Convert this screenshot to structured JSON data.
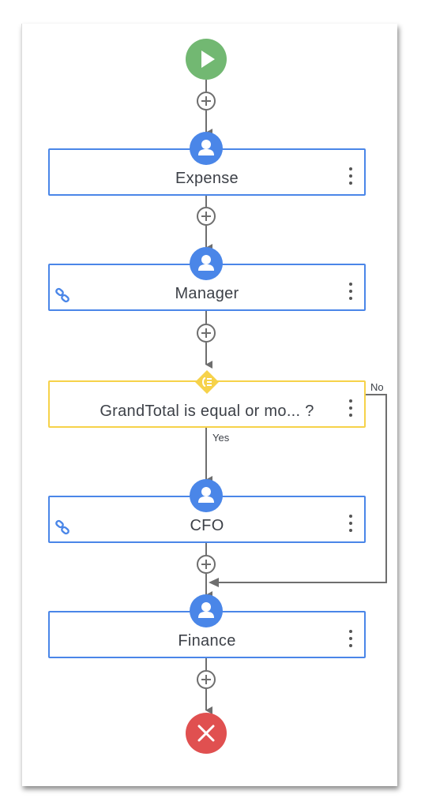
{
  "workflow": {
    "steps": [
      {
        "label": "Expense",
        "type": "user",
        "linked": false
      },
      {
        "label": "Manager",
        "type": "user",
        "linked": true
      },
      {
        "label": "GrandTotal is equal or mo... ?",
        "type": "condition",
        "linked": false
      },
      {
        "label": "CFO",
        "type": "user",
        "linked": true
      },
      {
        "label": "Finance",
        "type": "user",
        "linked": false
      }
    ],
    "branches": {
      "yes_label": "Yes",
      "no_label": "No"
    },
    "icons": {
      "start": "play-icon",
      "end": "close-icon",
      "user": "user-icon",
      "condition": "condition-icon",
      "link": "link-icon",
      "add": "plus-icon",
      "menu": "kebab-menu-icon"
    }
  },
  "colors": {
    "start": "#72b872",
    "end": "#e05050",
    "user_step": "#4a86e8",
    "condition_step": "#f6d24a",
    "connector": "#6e6e6e"
  }
}
